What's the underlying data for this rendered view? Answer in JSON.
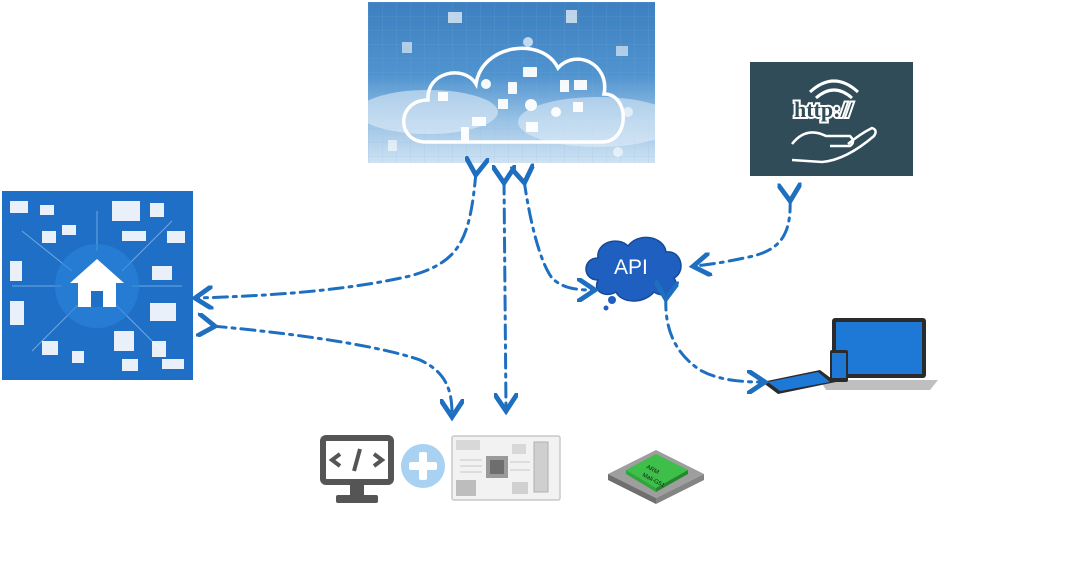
{
  "diagram": {
    "api_label": "API",
    "http_label": "http://",
    "chip_label_line1": "ARM",
    "chip_label_line2": "Mali-G51",
    "colors": {
      "arrow": "#1f6fc0",
      "api_fill": "#1f5fc0",
      "http_panel": "#2f4c58",
      "home_panel": "#1f6fc6"
    },
    "icons": [
      "cloud-services-icon",
      "http-hand-icon",
      "smart-home-devices-icon",
      "api-bubble-icon",
      "laptop-tablet-phone-icon",
      "code-monitor-icon",
      "plus-icon",
      "development-board-icon",
      "gpu-chip-icon"
    ]
  }
}
